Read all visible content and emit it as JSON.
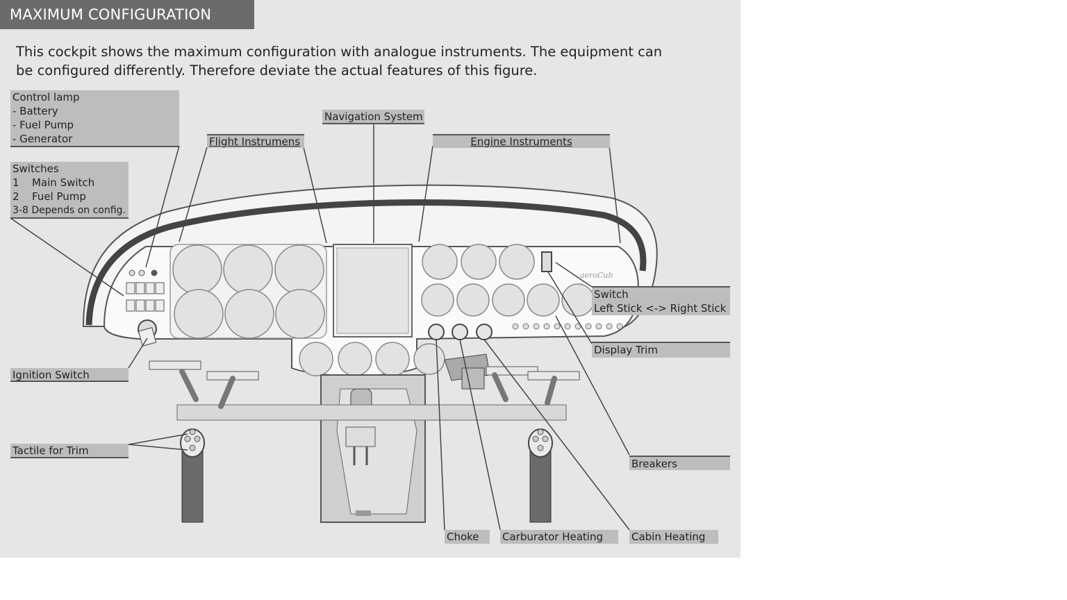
{
  "header": {
    "title": "MAXIMUM CONFIGURATION"
  },
  "intro": {
    "line1": "This cockpit shows the maximum configuration with analogue instruments. The equipment can",
    "line2": "be configured differently. Therefore deviate the actual features of this figure."
  },
  "labels": {
    "control_lamp": {
      "title": "Control lamp",
      "items": [
        "- Battery",
        "- Fuel Pump",
        "- Generator"
      ]
    },
    "switches": {
      "title": "Switches",
      "items": [
        {
          "num": "1",
          "text": "Main Switch"
        },
        {
          "num": "2",
          "text": "Fuel Pump"
        }
      ],
      "extra": "3-8 Depends on config."
    },
    "ignition_switch": "Ignition Switch",
    "tactile_trim": "Tactile for Trim",
    "navigation_system": "Navigation System",
    "flight_instruments": "Flight Instrumens",
    "engine_instruments": "Engine Instruments",
    "stick_switch": {
      "line1": "Switch",
      "line2": "Left Stick <-> Right Stick"
    },
    "display_trim": "Display Trim",
    "breakers": "Breakers",
    "choke": "Choke",
    "carburator_heating": "Carburator Heating",
    "cabin_heating": "Cabin Heating"
  },
  "colors": {
    "panel_bg": "#e5e6e7",
    "header_bg": "#6b6b6b",
    "label_bg": "#bdbdbd",
    "line": "#444444"
  }
}
